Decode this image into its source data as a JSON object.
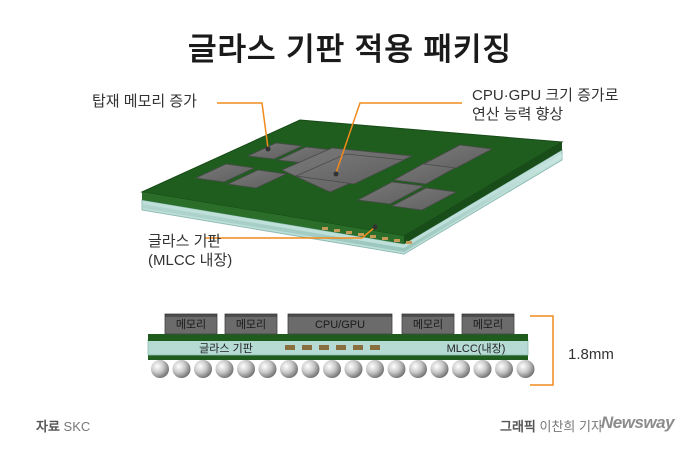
{
  "title": "글라스 기판 적용 패키징",
  "callouts": {
    "memory": "탑재 메모리 증가",
    "cpu_line1": "CPU·GPU 크기 증가로",
    "cpu_line2": "연산 능력 향상",
    "glass_line1": "글라스 기판",
    "glass_line2": "(MLCC 내장)"
  },
  "cross_section": {
    "chips": [
      "메모리",
      "메모리",
      "CPU/GPU",
      "메모리",
      "메모리"
    ],
    "substrate_label": "글라스 기판",
    "mlcc_label": "MLCC(내장)",
    "thickness": "1.8mm"
  },
  "footer": {
    "source_prefix": "자료",
    "source": "SKC",
    "credit_prefix": "그래픽",
    "credit": "이찬희 기자",
    "brand": "Newsway"
  },
  "colors": {
    "pcb_green": "#1e5a1e",
    "chip_gray": "#6b6b6b",
    "glass": "#a9d3cc",
    "accent_orange": "#f08a1c"
  }
}
